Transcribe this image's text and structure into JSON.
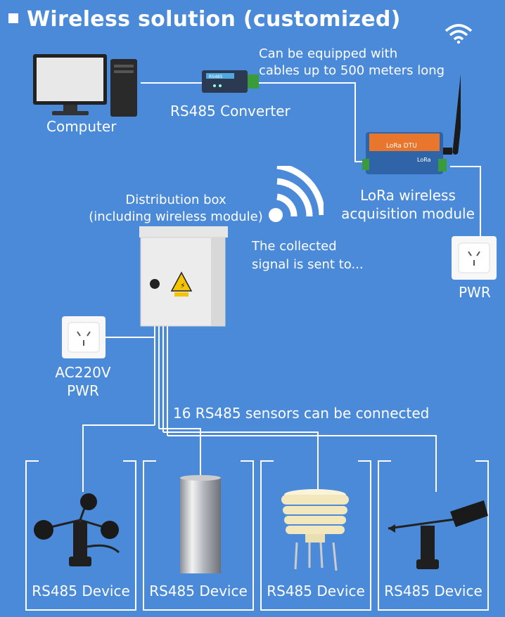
{
  "title": "Wireless solution (customized)",
  "computer": {
    "label": "Computer"
  },
  "converter": {
    "label": "RS485 Converter",
    "device_text": "RS485"
  },
  "cable_note": {
    "line1": "Can be equipped with",
    "line2": "cables up to 500 meters long"
  },
  "lora": {
    "label_line1": "LoRa wireless",
    "label_line2": "acquisition module",
    "device_text": "LoRa DTU",
    "port_text": "LoRa"
  },
  "pwr_right": {
    "label": "PWR"
  },
  "distribution_box": {
    "label_line1": "Distribution box",
    "label_line2": "(including wireless module)"
  },
  "signal_note": {
    "line1": "The collected",
    "line2": "signal is sent to..."
  },
  "pwr_left": {
    "line1": "AC220V",
    "line2": "PWR"
  },
  "sensors_note": "16 RS485 sensors can be connected",
  "devices": [
    {
      "label": "RS485 Device",
      "icon": "anemometer-icon"
    },
    {
      "label": "RS485 Device",
      "icon": "rain-gauge-icon"
    },
    {
      "label": "RS485 Device",
      "icon": "radiation-shield-icon"
    },
    {
      "label": "RS485 Device",
      "icon": "wind-vane-icon"
    }
  ],
  "colors": {
    "background": "#4a8ad8",
    "line": "#ffffff",
    "warning": "#f5c400"
  }
}
